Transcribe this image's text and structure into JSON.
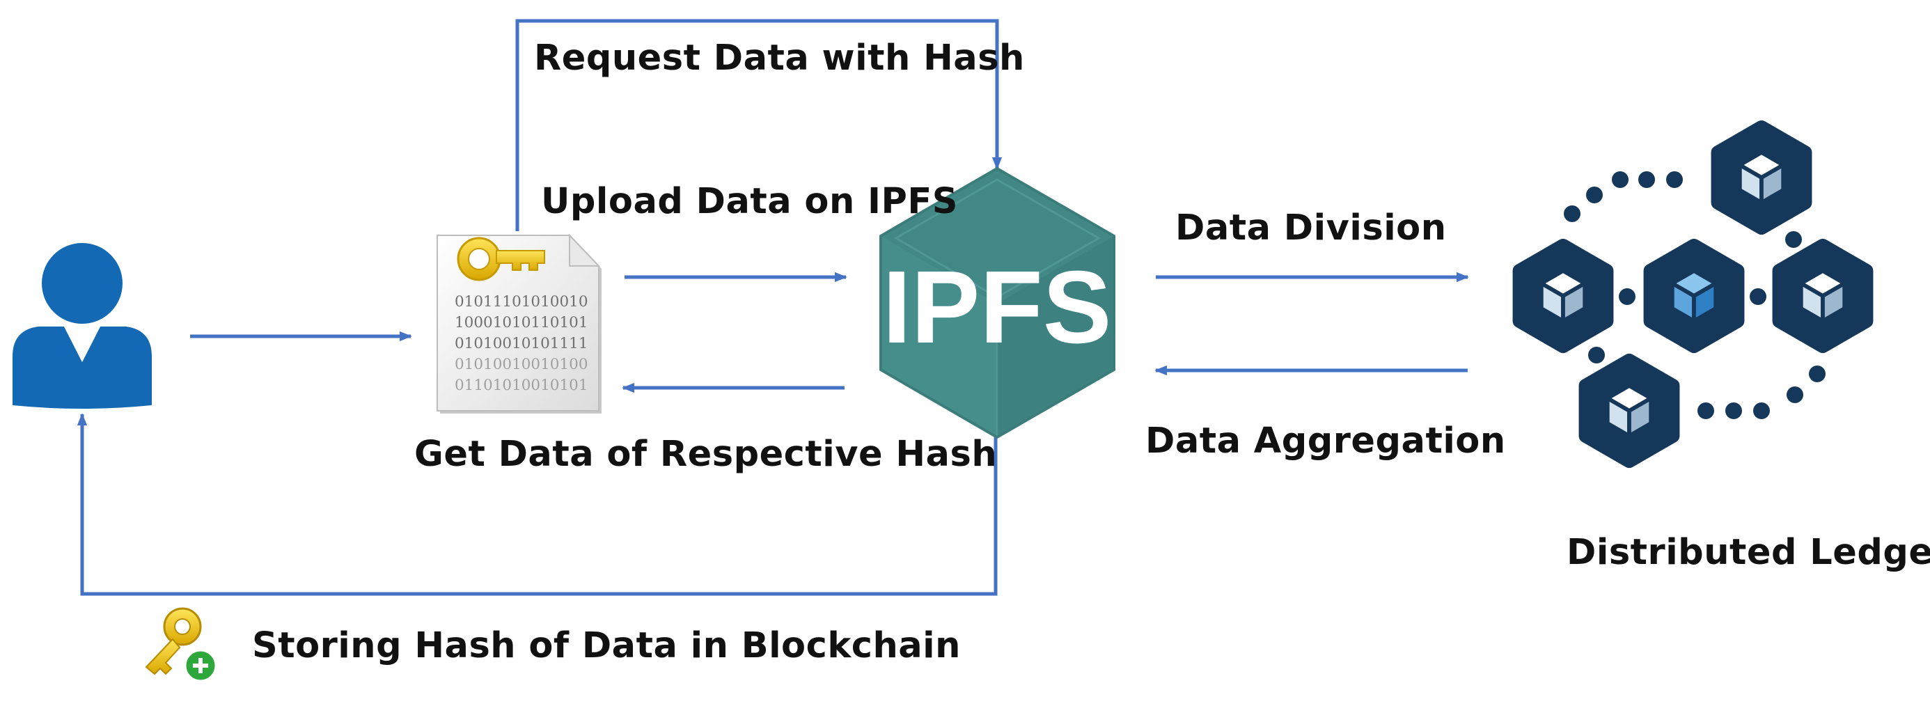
{
  "labels": {
    "request": "Request Data with Hash",
    "upload": "Upload Data on IPFS",
    "get": "Get Data of Respective Hash",
    "division": "Data Division",
    "aggregation": "Data Aggregation",
    "ledger": "Distributed Ledger",
    "storing": "Storing Hash of Data in Blockchain"
  },
  "ipfs_logo_text": "IPFS",
  "binary_lines": [
    "01011101010010",
    "10001010110101",
    "01010010101111",
    "01010010010100",
    "01101010010101"
  ],
  "icons": {
    "user": "user-icon",
    "document": "binary-document-with-key-icon",
    "ipfs": "ipfs-hexagon-logo-icon",
    "ledger": "blockchain-network-icon",
    "add_key": "add-key-icon"
  },
  "colors": {
    "arrow": "#4472C4",
    "user": "#1469B4",
    "ipfs_hex": "#458E8C",
    "ledger_dark": "#14375A",
    "ledger_light": "#D2E1EE",
    "ledger_highlight": "#5FA5DD",
    "key": "#E7C300"
  }
}
